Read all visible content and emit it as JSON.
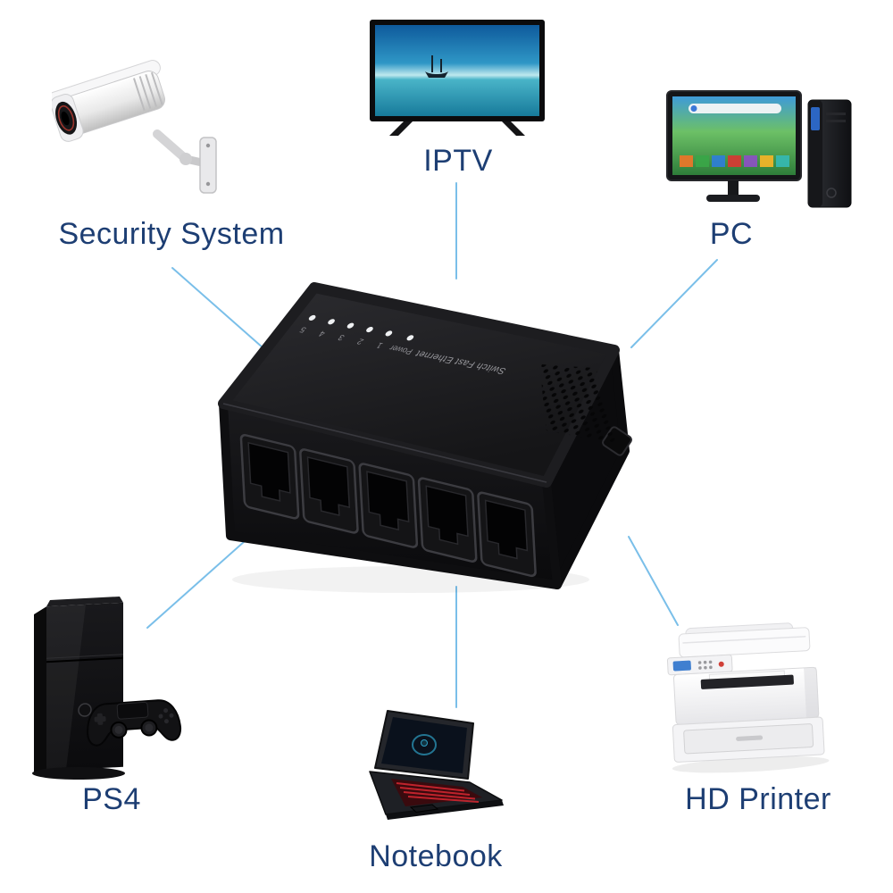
{
  "colors": {
    "label_text": "#1d3e73",
    "connector_line": "#7abfe9",
    "background": "#ffffff"
  },
  "devices": [
    {
      "id": "security-system",
      "label": "Security System"
    },
    {
      "id": "iptv",
      "label": "IPTV"
    },
    {
      "id": "pc",
      "label": "PC"
    },
    {
      "id": "ps4",
      "label": "PS4"
    },
    {
      "id": "notebook",
      "label": "Notebook"
    },
    {
      "id": "hd-printer",
      "label": "HD Printer"
    }
  ],
  "switch_device": {
    "top_label": "Switch Fast Ethernet",
    "leds": [
      "Power",
      "1",
      "2",
      "3",
      "4",
      "5"
    ],
    "port_count": 5
  }
}
